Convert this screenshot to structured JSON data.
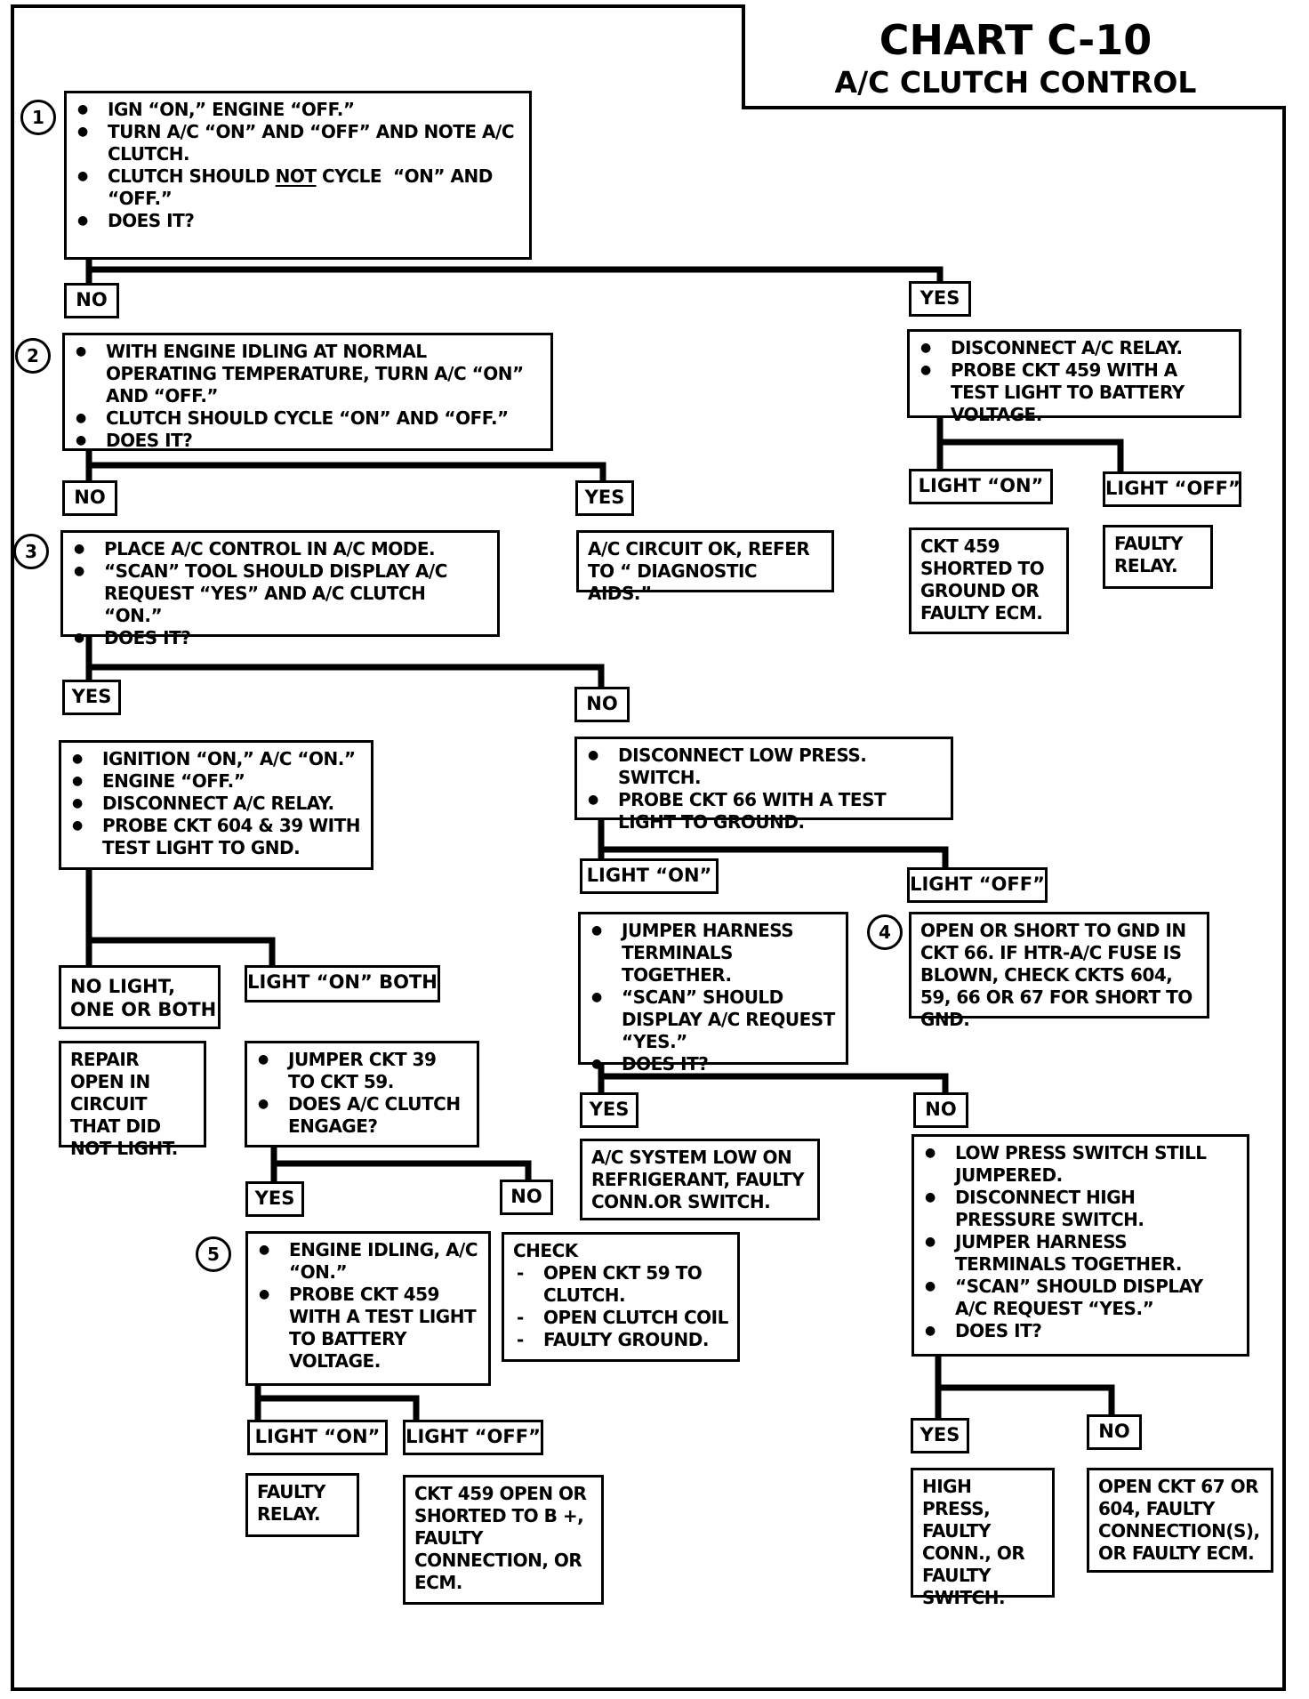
{
  "title": "CHART C-10",
  "subtitle": "A/C CLUTCH CONTROL",
  "step_numbers": [
    "1",
    "2",
    "3",
    "4",
    "5"
  ],
  "box1": [
    "IGN “ON,” ENGINE “OFF.”",
    "TURN A/C “ON”  AND “OFF”  AND NOTE A/C CLUTCH.",
    "CLUTCH SHOULD NOT CYCLE  “ON” AND “OFF.”",
    "DOES IT?"
  ],
  "box1_underlined_word": "NOT",
  "box2": [
    "WITH ENGINE IDLING AT NORMAL OPERATING TEMPERATURE, TURN A/C “ON” AND “OFF.”",
    "CLUTCH SHOULD CYCLE “ON” AND “OFF.”",
    "DOES IT?"
  ],
  "box3": [
    "PLACE A/C CONTROL IN A/C MODE.",
    "“SCAN” TOOL SHOULD DISPLAY A/C REQUEST “YES” AND A/C CLUTCH “ON.”",
    "DOES IT?"
  ],
  "box_relay": [
    "DISCONNECT A/C RELAY.",
    "PROBE CKT 459 WITH A TEST LIGHT TO BATTERY VOLTAGE."
  ],
  "box_ckt459_shorted": "CKT 459 SHORTED TO GROUND OR FAULTY ECM.",
  "box_faulty_relay_top": "FAULTY RELAY.",
  "box_circuit_ok": "A/C CIRCUIT OK, REFER TO “ DIAGNOSTIC AIDS.”",
  "box_ign_on": [
    "IGNITION “ON,” A/C “ON.”",
    "ENGINE “OFF.”",
    "DISCONNECT A/C RELAY.",
    "PROBE CKT 604 & 39 WITH TEST LIGHT TO GND."
  ],
  "box_low_press": [
    "DISCONNECT LOW PRESS. SWITCH.",
    "PROBE CKT 66 WITH A TEST LIGHT TO GROUND."
  ],
  "box_repair_open": "REPAIR OPEN IN CIRCUIT THAT DID NOT LIGHT.",
  "box_jumper39": [
    "JUMPER CKT 39 TO CKT 59.",
    "DOES A/C CLUTCH ENGAGE?"
  ],
  "box_jumper_harness": [
    "JUMPER HARNESS TERMINALS TOGETHER.",
    "“SCAN” SHOULD DISPLAY A/C REQUEST “YES.”",
    "DOES IT?"
  ],
  "box_open_short66": "OPEN OR SHORT TO GND IN CKT 66.  IF HTR-A/C FUSE IS BLOWN, CHECK CKTS 604, 59, 66 OR 67 FOR SHORT TO GND.",
  "box_low_refrig": "A/C SYSTEM LOW ON REFRIGERANT, FAULTY CONN.OR SWITCH.",
  "box_check_title": "CHECK",
  "box_check_items": [
    "OPEN CKT 59 TO CLUTCH.",
    "OPEN CLUTCH COIL",
    "FAULTY GROUND."
  ],
  "box_engine_idling": [
    "ENGINE  IDLING, A/C “ON.”",
    "PROBE CKT 459 WITH A TEST LIGHT TO BATTERY VOLTAGE."
  ],
  "box_low_press_still": [
    "LOW PRESS SWITCH STILL JUMPERED.",
    "DISCONNECT HIGH PRESSURE SWITCH.",
    "JUMPER HARNESS TERMINALS TOGETHER.",
    "“SCAN” SHOULD DISPLAY A/C REQUEST “YES.”",
    "DOES IT?"
  ],
  "box_faulty_relay_bottom": "FAULTY RELAY.",
  "box_ckt459_open": "CKT 459 OPEN OR SHORTED TO B +, FAULTY CONNECTION, OR ECM.",
  "box_high_press": "HIGH PRESS, FAULTY CONN., OR FAULTY SWITCH.",
  "box_open_ckt67": "OPEN CKT 67 OR 604, FAULTY CONNECTION(S), OR FAULTY ECM.",
  "labels": {
    "no": "NO",
    "yes": "YES",
    "light_on": "LIGHT “ON”",
    "light_off": "LIGHT “OFF”",
    "no_light": "NO LIGHT, ONE OR BOTH",
    "light_on_both": "LIGHT “ON” BOTH"
  }
}
